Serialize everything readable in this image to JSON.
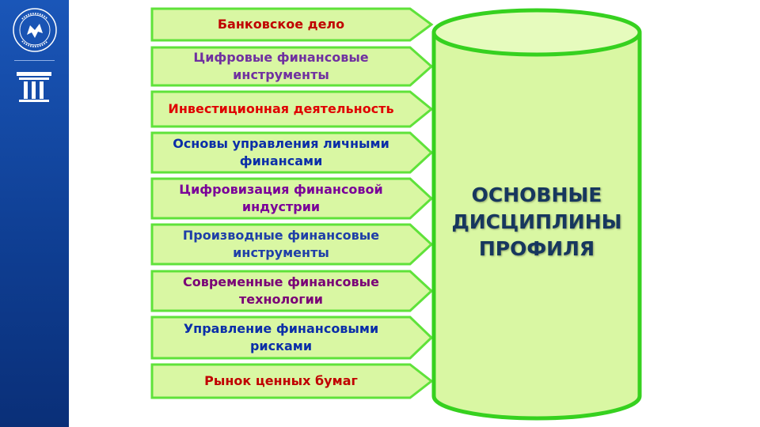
{
  "colors": {
    "sidebar": "#0f3f94",
    "shape_fill": "#d9f7a3",
    "shape_border": "#5fe23a",
    "title_text": "#17375e"
  },
  "sidebar": {
    "logo_icon": "university-seal-icon",
    "column_icon": "column-icon"
  },
  "items": [
    {
      "label": "Банковское дело",
      "color": "#c00000"
    },
    {
      "label": "Цифровые финансовые инструменты",
      "color": "#7030a0"
    },
    {
      "label": "Инвестиционная деятельность",
      "color": "#e00000"
    },
    {
      "label": "Основы управления личными финансами",
      "color": "#0b2ea8"
    },
    {
      "label": "Цифровизация финансовой индустрии",
      "color": "#7a0099"
    },
    {
      "label": "Производные финансовые инструменты",
      "color": "#1f3fa8"
    },
    {
      "label": "Современные финансовые технологии",
      "color": "#7a0077"
    },
    {
      "label": "Управление финансовыми рисками",
      "color": "#0b2ea8"
    },
    {
      "label": "Рынок ценных бумаг",
      "color": "#c00000"
    }
  ],
  "cylinder": {
    "lines": [
      "ОСНОВНЫЕ",
      "ДИСЦИПЛИНЫ",
      "ПРОФИЛЯ"
    ]
  }
}
